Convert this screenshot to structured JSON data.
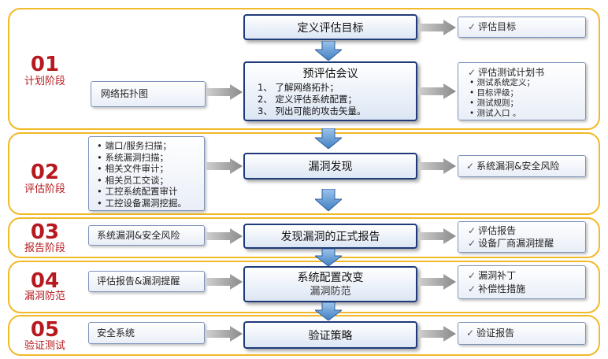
{
  "phases": [
    {
      "num": "01",
      "name": "计划阶段"
    },
    {
      "num": "02",
      "name": "评估阶段"
    },
    {
      "num": "03",
      "name": "报告阶段"
    },
    {
      "num": "04",
      "name": "漏洞防范"
    },
    {
      "num": "05",
      "name": "验证测试"
    }
  ],
  "p1": {
    "goal": "定义评估目标",
    "goal_out": "评估目标",
    "input": "网络拓扑图",
    "meeting_title": "预评估会议",
    "meeting_items": [
      "1、 了解网络拓扑；",
      "2、 定义评估系统配置；",
      "3、 列出可能的攻击矢量。"
    ],
    "out_title": "评估测试计划书",
    "out_items": [
      "• 测试系统定义；",
      "• 目标评级；",
      "• 测试规则；",
      "• 测试入口 。"
    ]
  },
  "p2": {
    "inputs": [
      "• 端口/服务扫描；",
      "• 系统漏洞扫描；",
      "• 相关文件审计；",
      "• 相关员工交谈；",
      "• 工控系统配置审计",
      "• 工控设备漏洞挖掘。"
    ],
    "center": "漏洞发现",
    "out": "系统漏洞&安全风险"
  },
  "p3": {
    "input": "系统漏洞&安全风险",
    "center": "发现漏洞的正式报告",
    "out_items": [
      "评估报告",
      "设备厂商漏洞提醒"
    ]
  },
  "p4": {
    "input": "评估报告&漏洞提醒",
    "center_title": "系统配置改变",
    "center_sub": "漏洞防范",
    "out_items": [
      "漏洞补丁",
      "补偿性措施"
    ]
  },
  "p5": {
    "input": "安全系统",
    "center": "验证策略",
    "out": "验证报告"
  },
  "check_mark": "✓"
}
